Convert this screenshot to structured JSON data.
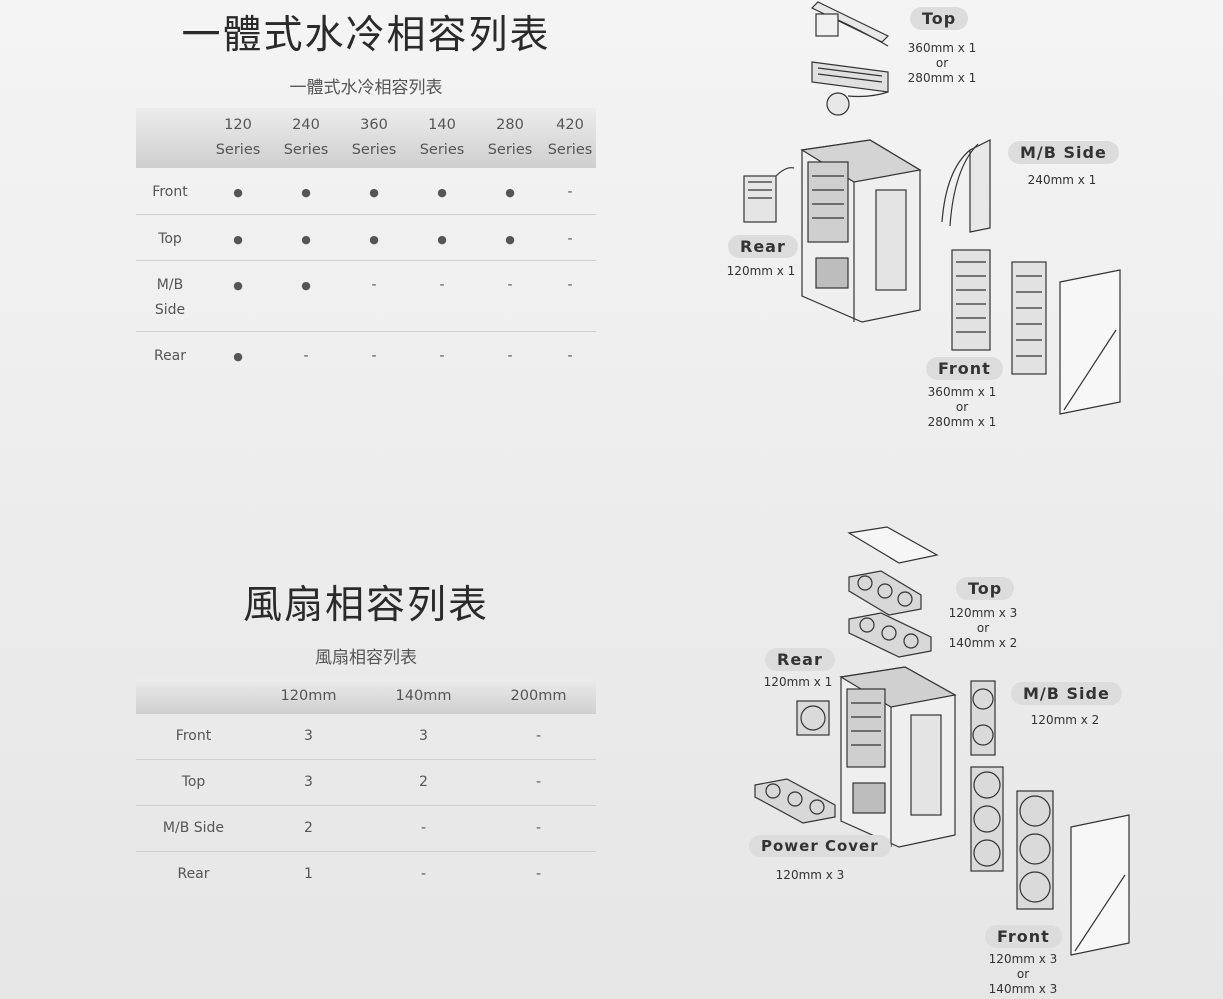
{
  "aio": {
    "title": "一體式水冷相容列表",
    "subtitle": "一體式水冷相容列表",
    "columns": [
      "120\nSeries",
      "240\nSeries",
      "360\nSeries",
      "140\nSeries",
      "280\nSeries",
      "420\nSeries"
    ],
    "rows": [
      {
        "label": "Front",
        "cells": [
          "●",
          "●",
          "●",
          "●",
          "●",
          "-"
        ]
      },
      {
        "label": "Top",
        "cells": [
          "●",
          "●",
          "●",
          "●",
          "●",
          "-"
        ]
      },
      {
        "label": "M/B\nSide",
        "cells": [
          "●",
          "●",
          "-",
          "-",
          "-",
          "-"
        ]
      },
      {
        "label": "Rear",
        "cells": [
          "●",
          "-",
          "-",
          "-",
          "-",
          "-"
        ]
      }
    ]
  },
  "fan": {
    "title": "風扇相容列表",
    "subtitle": "風扇相容列表",
    "columns": [
      "120mm",
      "140mm",
      "200mm"
    ],
    "rows": [
      {
        "label": "Front",
        "cells": [
          "3",
          "3",
          "-"
        ]
      },
      {
        "label": "Top",
        "cells": [
          "3",
          "2",
          "-"
        ]
      },
      {
        "label": "M/B Side",
        "cells": [
          "2",
          "-",
          "-"
        ]
      },
      {
        "label": "Rear",
        "cells": [
          "1",
          "-",
          "-"
        ]
      }
    ]
  },
  "diagram1": {
    "top_label": "Top",
    "top_dims": "360mm x 1\nor\n280mm x 1",
    "mb_label": "M/B Side",
    "mb_dims": "240mm x 1",
    "rear_label": "Rear",
    "rear_dims": "120mm x 1",
    "front_label": "Front",
    "front_dims": "360mm x 1\nor\n280mm x 1"
  },
  "diagram2": {
    "top_label": "Top",
    "top_dims": "120mm x 3\nor\n140mm x 2",
    "rear_label": "Rear",
    "rear_dims": "120mm x 1",
    "mb_label": "M/B Side",
    "mb_dims": "120mm x 2",
    "power_label": "Power Cover",
    "power_dims": "120mm x 3",
    "front_label": "Front",
    "front_dims": "120mm x 3\nor\n140mm x 3"
  }
}
